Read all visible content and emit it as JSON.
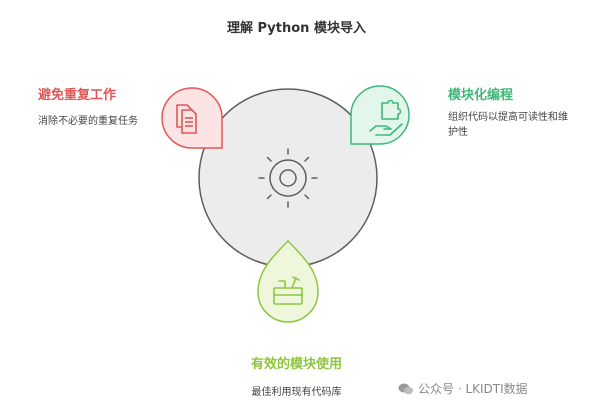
{
  "title": "理解 Python 模块导入",
  "left": {
    "heading": "避免重复工作",
    "desc": "消除不必要的重复任务",
    "icon": "documents-icon"
  },
  "right": {
    "heading": "模块化编程",
    "desc": "组织代码以提高可读性和维护性",
    "icon": "puzzle-hand-icon"
  },
  "bottom": {
    "heading": "有效的模块使用",
    "desc": "最佳利用现有代码库",
    "icon": "toolbox-icon"
  },
  "center": {
    "icon": "gear-icon"
  },
  "watermark": {
    "text": "公众号 · LKIDTI数据",
    "icon": "wechat-icon"
  },
  "colors": {
    "circle_fill": "#ececec",
    "circle_stroke": "#5e5e5e",
    "red_fill": "#fde4e4",
    "red_stroke": "#e15757",
    "green_fill": "#e3f6ec",
    "green_stroke": "#3db878",
    "lime_fill": "#eef7dc",
    "lime_stroke": "#8ec63f",
    "title": "#333333"
  }
}
